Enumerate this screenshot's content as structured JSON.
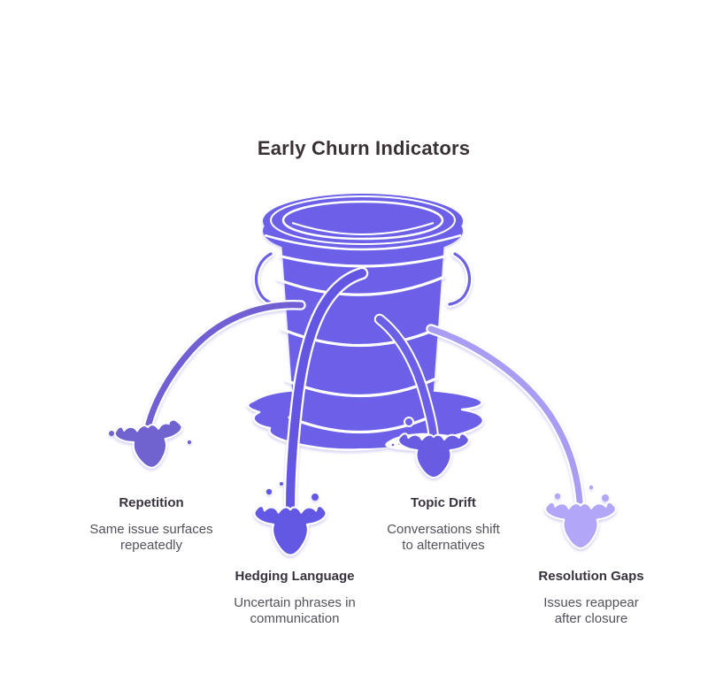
{
  "title": "Early Churn Indicators",
  "indicators": [
    {
      "label": "Repetition",
      "desc_line1": "Same issue surfaces",
      "desc_line2": "repeatedly"
    },
    {
      "label": "Hedging Language",
      "desc_line1": "Uncertain phrases in",
      "desc_line2": "communication"
    },
    {
      "label": "Topic Drift",
      "desc_line1": "Conversations shift",
      "desc_line2": "to alternatives"
    },
    {
      "label": "Resolution Gaps",
      "desc_line1": "Issues reappear",
      "desc_line2": "after closure"
    }
  ],
  "colors": {
    "bucket": "#6c61e9",
    "puddle": "#6c61e9",
    "stream_repetition": "#6f61d4",
    "splash_repetition": "#7063cf",
    "stream_hedging": "#6256e2",
    "splash_hedging": "#6459e3",
    "stream_topic": "#6a5ee6",
    "splash_topic": "#675ce3",
    "stream_resolution": "#a89cf3",
    "splash_resolution": "#b1a6f7",
    "title_text": "#3a3136",
    "label_text": "#38323e",
    "description_text": "#53515a"
  }
}
